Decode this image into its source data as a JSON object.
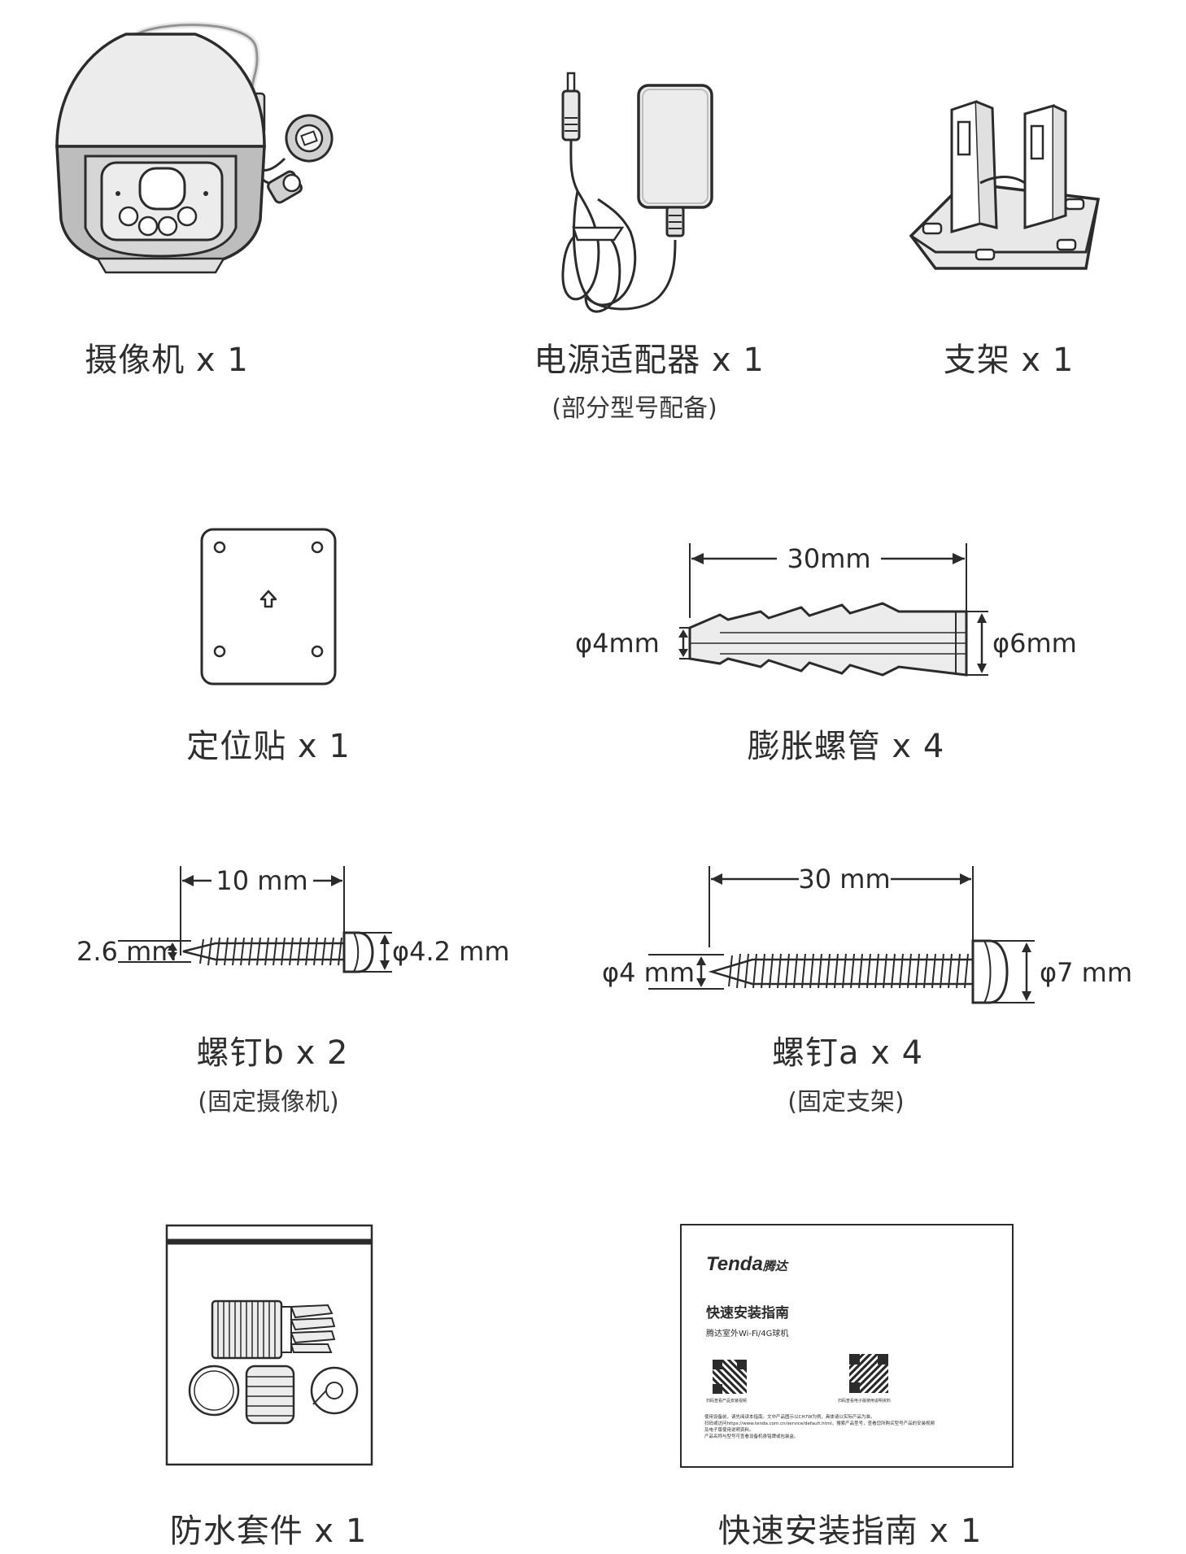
{
  "items": {
    "camera": {
      "label": "摄像机 x 1"
    },
    "adapter": {
      "label": "电源适配器 x 1",
      "note": "(部分型号配备)"
    },
    "bracket": {
      "label": "支架 x 1"
    },
    "sticker": {
      "label": "定位贴 x 1"
    },
    "anchor": {
      "label": "膨胀螺管 x 4",
      "length": "30mm",
      "small_diameter": "φ4mm",
      "large_diameter": "φ6mm"
    },
    "screw_b": {
      "label": "螺钉b x 2",
      "note": "(固定摄像机)",
      "length": "10 mm",
      "shank": "2.6 mm",
      "head": "φ4.2 mm"
    },
    "screw_a": {
      "label": "螺钉a x 4",
      "note": "(固定支架)",
      "length": "30 mm",
      "shank": "φ4 mm",
      "head": "φ7 mm"
    },
    "waterproof": {
      "label": "防水套件 x 1"
    },
    "guide": {
      "label": "快速安装指南 x 1",
      "brand": "Tenda",
      "brand_cn": "腾达",
      "title": "快速安装指南",
      "subtitle": "腾达室外Wi-Fi/4G球机",
      "qr_left_caption": "扫码查看产品安装视频",
      "qr_right_caption": "扫码查看电子版使用说明资料",
      "notes": [
        "使用设备前，请先阅读本指南。文中产品图示以CH7W为例，具体请以实际产品为准。",
        "扫码或访问https://www.tenda.com.cn/service/default.html，搜索产品型号，查看您所购买型号产品的安装视频",
        "及电子版使用说明资料。",
        "产品名称与型号可查看设备机身铭牌或包装盒。"
      ]
    }
  },
  "colors": {
    "stroke": "#2b2b2b",
    "fill_light": "#ececec",
    "fill_mid": "#d9d9d9",
    "fill_dark": "#bdbdbd"
  }
}
